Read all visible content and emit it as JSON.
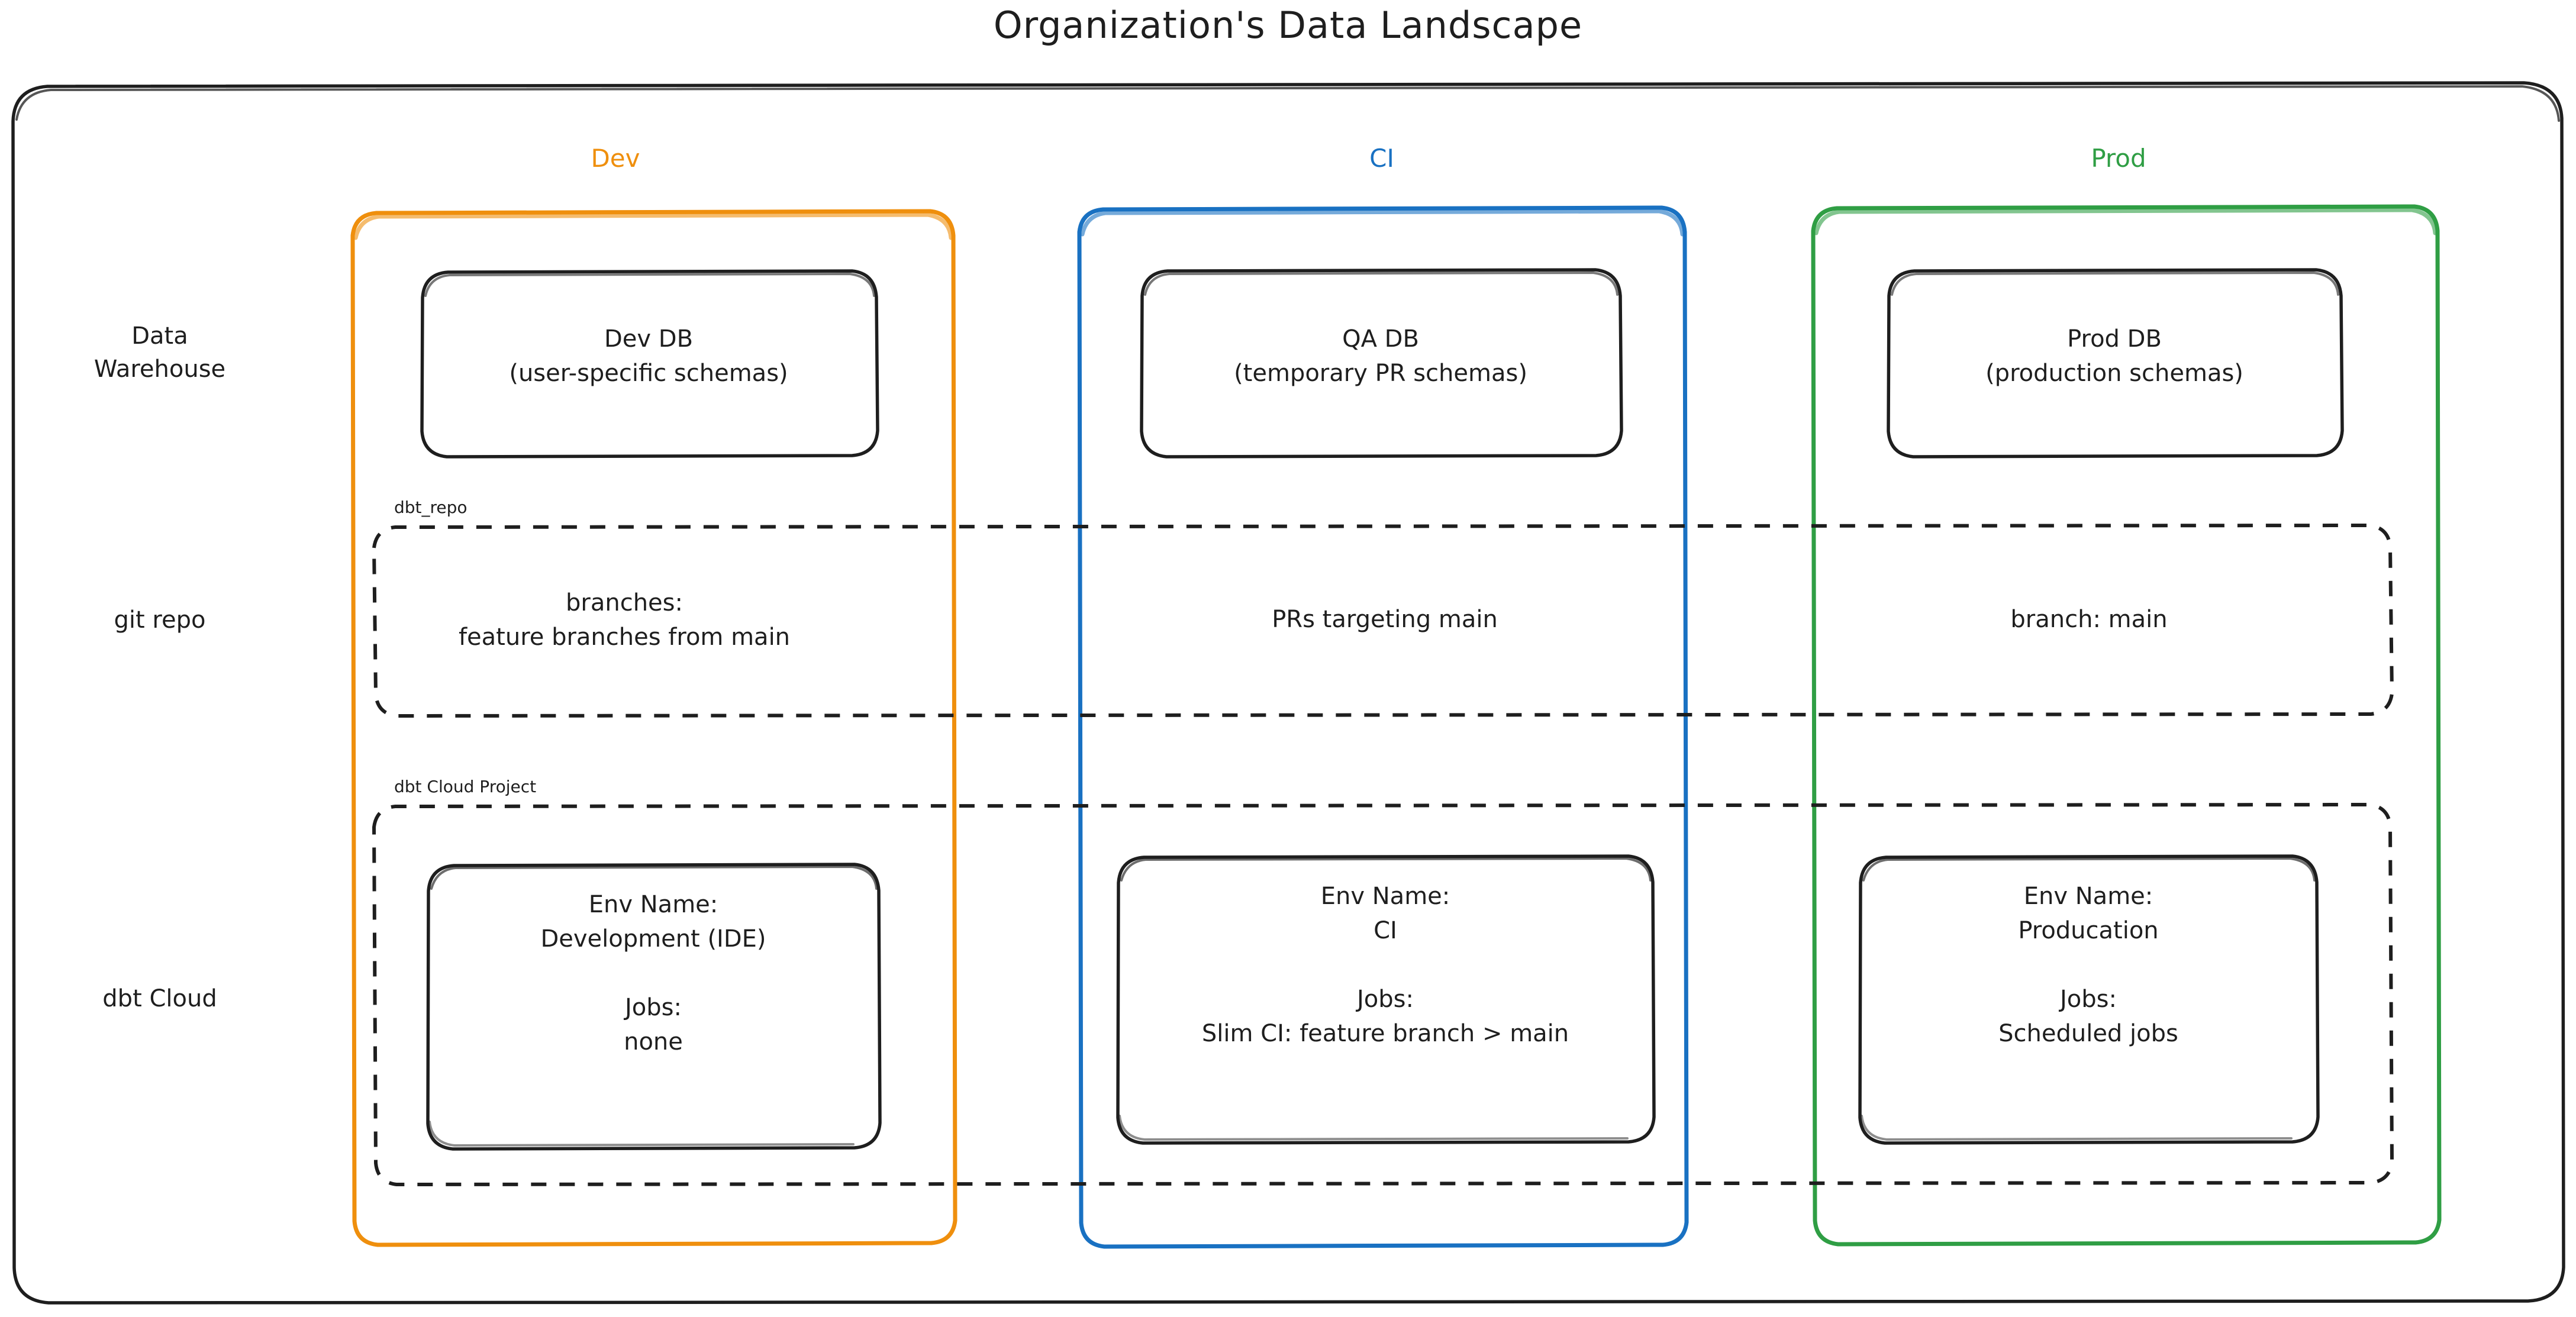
{
  "diagram": {
    "title": "Organization's Data Landscape",
    "type": "flowchart"
  },
  "columns": [
    {
      "id": "dev",
      "label": "Dev",
      "color": "#ef8f0d"
    },
    {
      "id": "ci",
      "label": "CI",
      "color": "#1971c2"
    },
    {
      "id": "prod",
      "label": "Prod",
      "color": "#2f9e44"
    }
  ],
  "row_labels": [
    {
      "id": "data-warehouse",
      "label": "Data\nWarehouse"
    },
    {
      "id": "git-repo",
      "label": "git repo"
    },
    {
      "id": "dbt-cloud",
      "label": "dbt Cloud"
    }
  ],
  "clusters": [
    {
      "id": "dbt-repo",
      "label": "dbt_repo"
    },
    {
      "id": "dbt-cloud-project",
      "label": "dbt Cloud Project"
    }
  ],
  "rows": {
    "data_warehouse": {
      "nodes": [
        {
          "id": "dev-db",
          "label": "Dev DB\n(user-specific schemas)"
        },
        {
          "id": "qa-db",
          "label": "QA DB\n(temporary PR schemas)"
        },
        {
          "id": "prod-db",
          "label": "Prod DB\n(production schemas)"
        }
      ]
    },
    "git_repo": {
      "cluster": "dbt_repo",
      "nodes": [
        {
          "id": "dev-branches",
          "label": "branches:\nfeature branches from main"
        },
        {
          "id": "ci-prs",
          "label": "PRs targeting main"
        },
        {
          "id": "prod-branch",
          "label": "branch: main"
        }
      ]
    },
    "dbt_cloud": {
      "cluster": "dbt Cloud Project",
      "nodes": [
        {
          "id": "dev-env",
          "label": "Env Name:\nDevelopment (IDE)\n\nJobs:\nnone"
        },
        {
          "id": "ci-env",
          "label": "Env Name:\nCI\n\nJobs:\nSlim CI: feature branch > main"
        },
        {
          "id": "prod-env",
          "label": "Env Name:\nProducation\n\nJobs:\nScheduled jobs"
        }
      ]
    }
  },
  "colors": {
    "stroke": "#1e1e1e",
    "background": "#ffffff",
    "dev": "#ef8f0d",
    "ci": "#1971c2",
    "prod": "#2f9e44"
  }
}
